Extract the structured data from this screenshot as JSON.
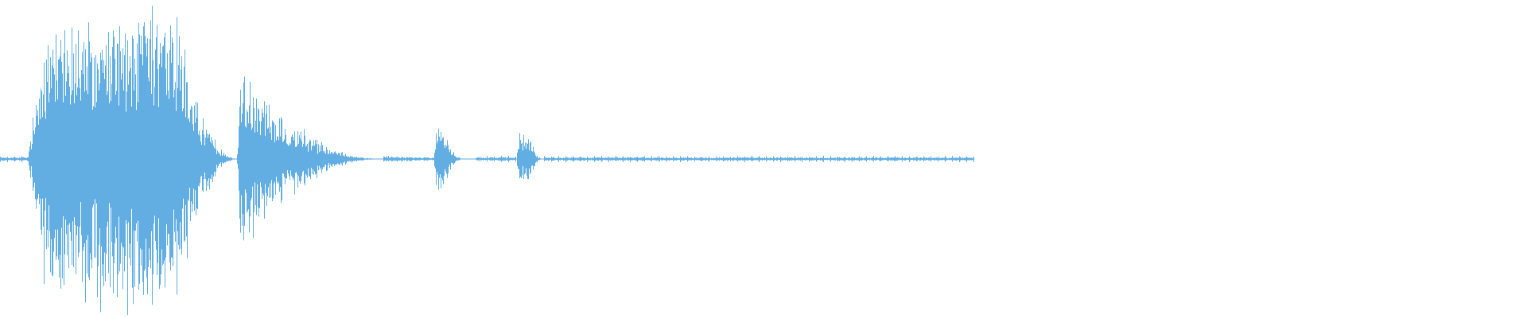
{
  "waveform": {
    "color": "#62aee3",
    "background": "#ffffff",
    "segments": [
      {
        "kind": "burst",
        "start": 0.018,
        "attack": 0.012,
        "sustain": 0.085,
        "decay": 0.04,
        "peak": 0.92,
        "tail": 0.06
      },
      {
        "kind": "burst",
        "start": 0.155,
        "attack": 0.002,
        "sustain": 0.004,
        "decay": 0.09,
        "peak": 0.55,
        "tail": 0.02
      },
      {
        "kind": "burst",
        "start": 0.284,
        "attack": 0.002,
        "sustain": 0.003,
        "decay": 0.015,
        "peak": 0.26,
        "tail": 0.0
      },
      {
        "kind": "burst",
        "start": 0.338,
        "attack": 0.002,
        "sustain": 0.006,
        "decay": 0.01,
        "peak": 0.16,
        "tail": 0.0
      }
    ],
    "noise_floor_end": 0.638,
    "noise_floor_level": 0.012
  }
}
